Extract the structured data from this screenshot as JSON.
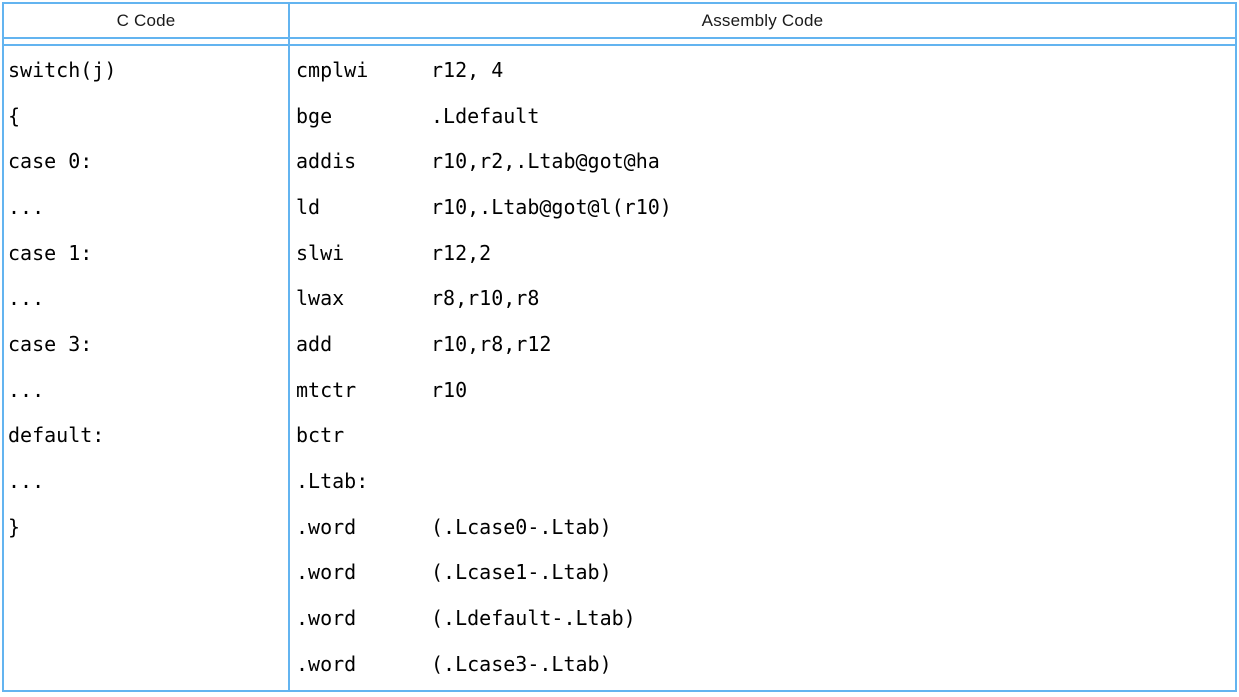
{
  "table": {
    "border_color": "#63b4f0",
    "headers": {
      "c_code": "C Code",
      "assembly": "Assembly Code"
    },
    "rows": [
      {
        "c": "switch(j)",
        "op": "cmplwi",
        "args": "r12, 4"
      },
      {
        "c": "{",
        "op": "bge",
        "args": ".Ldefault"
      },
      {
        "c": "case 0:",
        "op": "addis",
        "args": "r10,r2,.Ltab@got@ha"
      },
      {
        "c": "...",
        "op": "ld",
        "args": "r10,.Ltab@got@l(r10)"
      },
      {
        "c": "case 1:",
        "op": "slwi",
        "args": "r12,2"
      },
      {
        "c": "...",
        "op": "lwax",
        "args": "r8,r10,r8"
      },
      {
        "c": "case 3:",
        "op": "add",
        "args": "r10,r8,r12"
      },
      {
        "c": "...",
        "op": "mtctr",
        "args": "r10"
      },
      {
        "c": "default:",
        "op": "bctr",
        "args": ""
      },
      {
        "c": "...",
        "op": ".Ltab:",
        "args": ""
      },
      {
        "c": "}",
        "op": ".word",
        "args": "(.Lcase0-.Ltab)"
      },
      {
        "c": "",
        "op": ".word",
        "args": "(.Lcase1-.Ltab)"
      },
      {
        "c": "",
        "op": ".word",
        "args": "(.Ldefault-.Ltab)"
      },
      {
        "c": "",
        "op": ".word",
        "args": "(.Lcase3-.Ltab)"
      }
    ]
  }
}
